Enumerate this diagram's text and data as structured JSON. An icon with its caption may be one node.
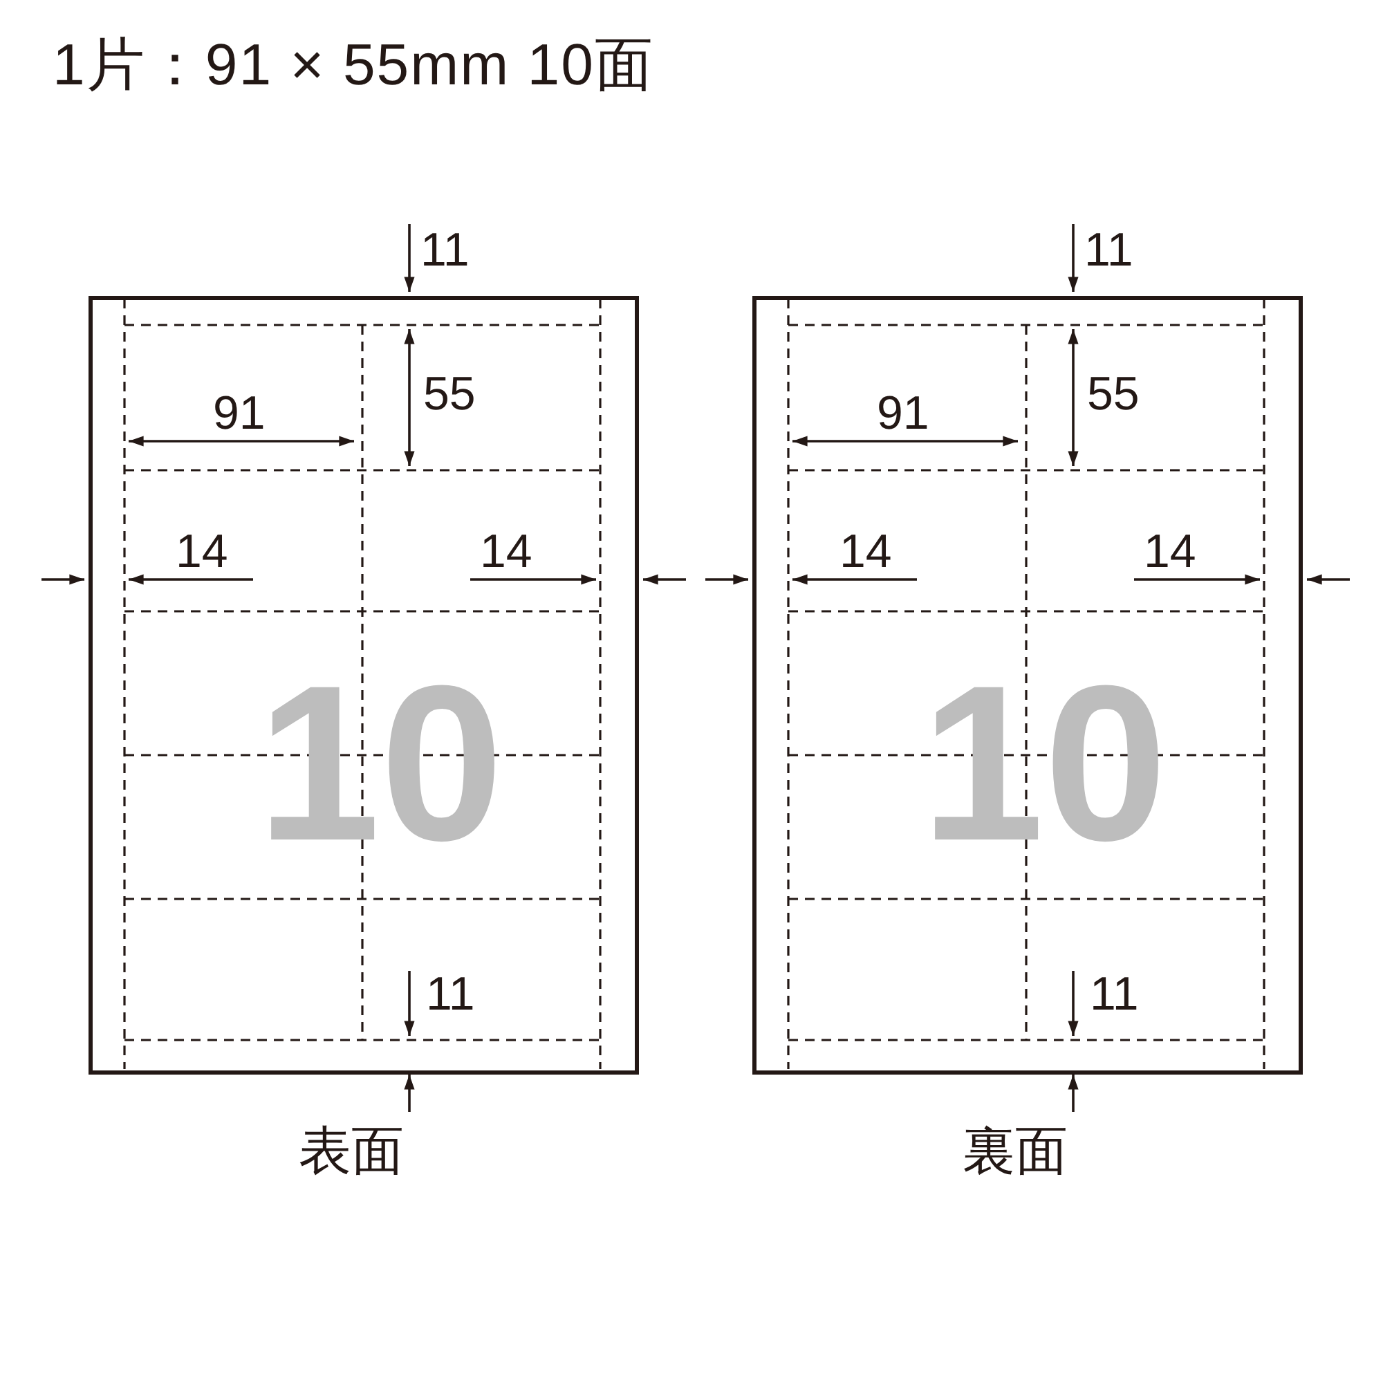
{
  "diagram": {
    "title": "1片：91 × 55mm 10面",
    "nodes": [
      {
        "text": [
          "10"
        ],
        "beside": [
          "表面"
        ]
      },
      {
        "text": [
          "10"
        ],
        "beside": [
          "裏面"
        ]
      }
    ],
    "labels": [
      "11",
      "55",
      "91",
      "14",
      "14",
      "11",
      "11",
      "55",
      "91",
      "14",
      "14",
      "11"
    ]
  }
}
